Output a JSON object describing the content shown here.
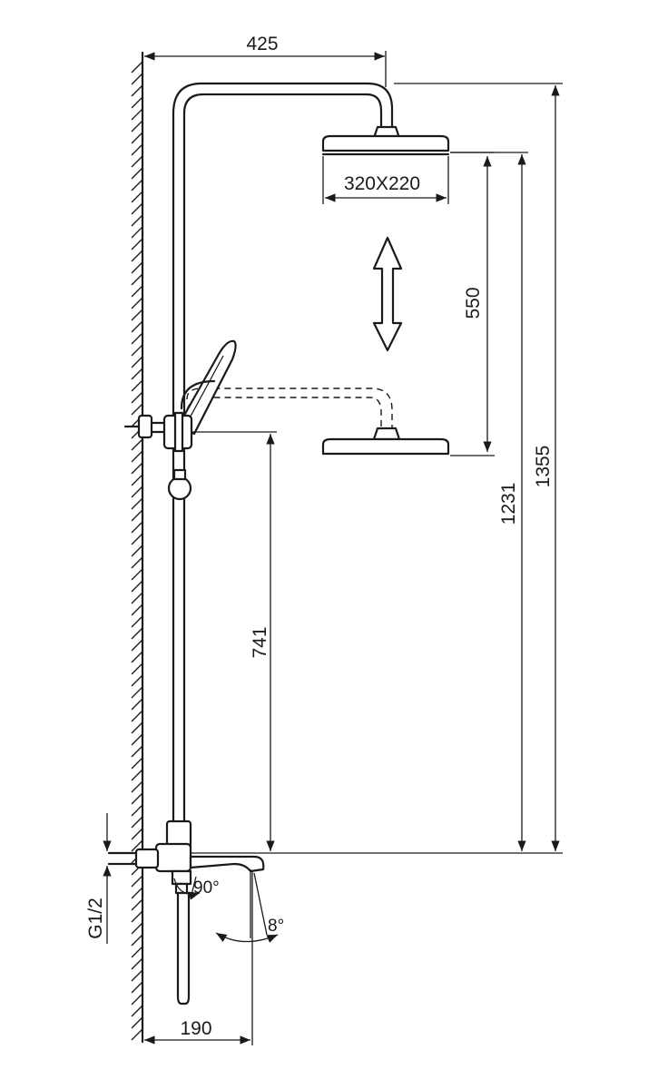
{
  "dimensions": {
    "top_reach": "425",
    "head_size": "320X220",
    "height_adjust": "550",
    "height_mid": "1231",
    "height_total": "1355",
    "height_lower": "741",
    "spout_projection": "190",
    "inlet_thread": "G1/2"
  },
  "angles": {
    "spout_swivel": "90°",
    "spout_tilt": "8°"
  },
  "icons": {
    "adjust_arrow": "double-arrow-vertical-icon"
  }
}
